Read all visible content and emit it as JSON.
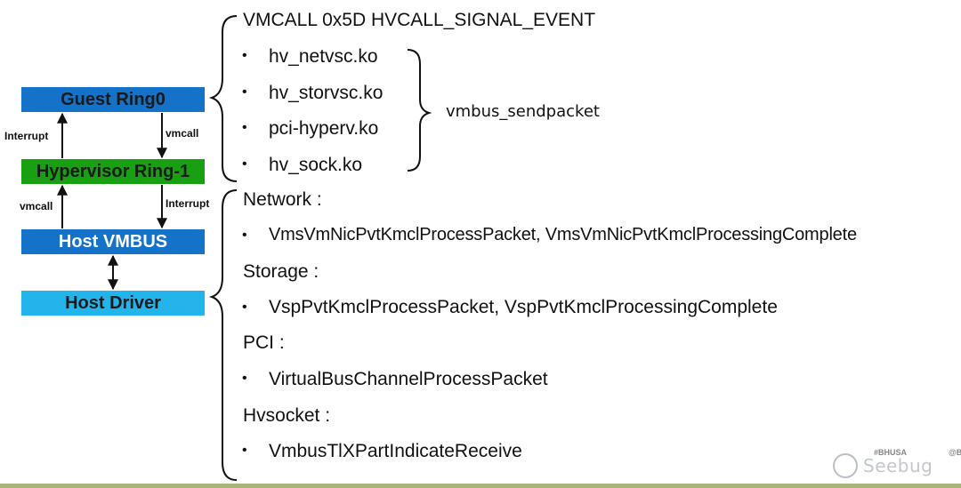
{
  "stack": {
    "guest": {
      "label": "Guest Ring0",
      "color": "#1473c9"
    },
    "hypervisor": {
      "label": "Hypervisor Ring-1",
      "color": "#19a012"
    },
    "host_vmbus": {
      "label": "Host VMBUS",
      "color": "#1473c9"
    },
    "host_driver": {
      "label": "Host Driver",
      "color": "#23b4ec"
    },
    "arrows": {
      "guest_to_hyp": "vmcall",
      "hyp_to_guest": "Interrupt",
      "hyp_to_host": "Interrupt",
      "host_to_hyp": "vmcall"
    }
  },
  "top_group": {
    "heading": "VMCALL 0x5D HVCALL_SIGNAL_EVENT",
    "items": [
      "hv_netvsc.ko",
      "hv_storvsc.ko",
      "pci-hyperv.ko",
      "hv_sock.ko"
    ],
    "bracket_label": "vmbus_sendpacket"
  },
  "bottom_group": {
    "network_heading": "Network :",
    "network_item": "VmsVmNicPvtKmclProcessPacket, VmsVmNicPvtKmclProcessingComplete",
    "storage_heading": "Storage :",
    "storage_item": "VspPvtKmclProcessPacket, VspPvtKmclProcessingComplete",
    "pci_heading": "PCI :",
    "pci_item": "VirtualBusChannelProcessPacket",
    "hvsocket_heading": "Hvsocket :",
    "hvsocket_item": "VmbusTlXPartIndicateReceive"
  },
  "bullet_char": "•",
  "watermark": {
    "text": "Seebug",
    "tag_left": "#BHUSA",
    "tag_right": "@B",
    "icon": "seebug-logo-icon"
  }
}
